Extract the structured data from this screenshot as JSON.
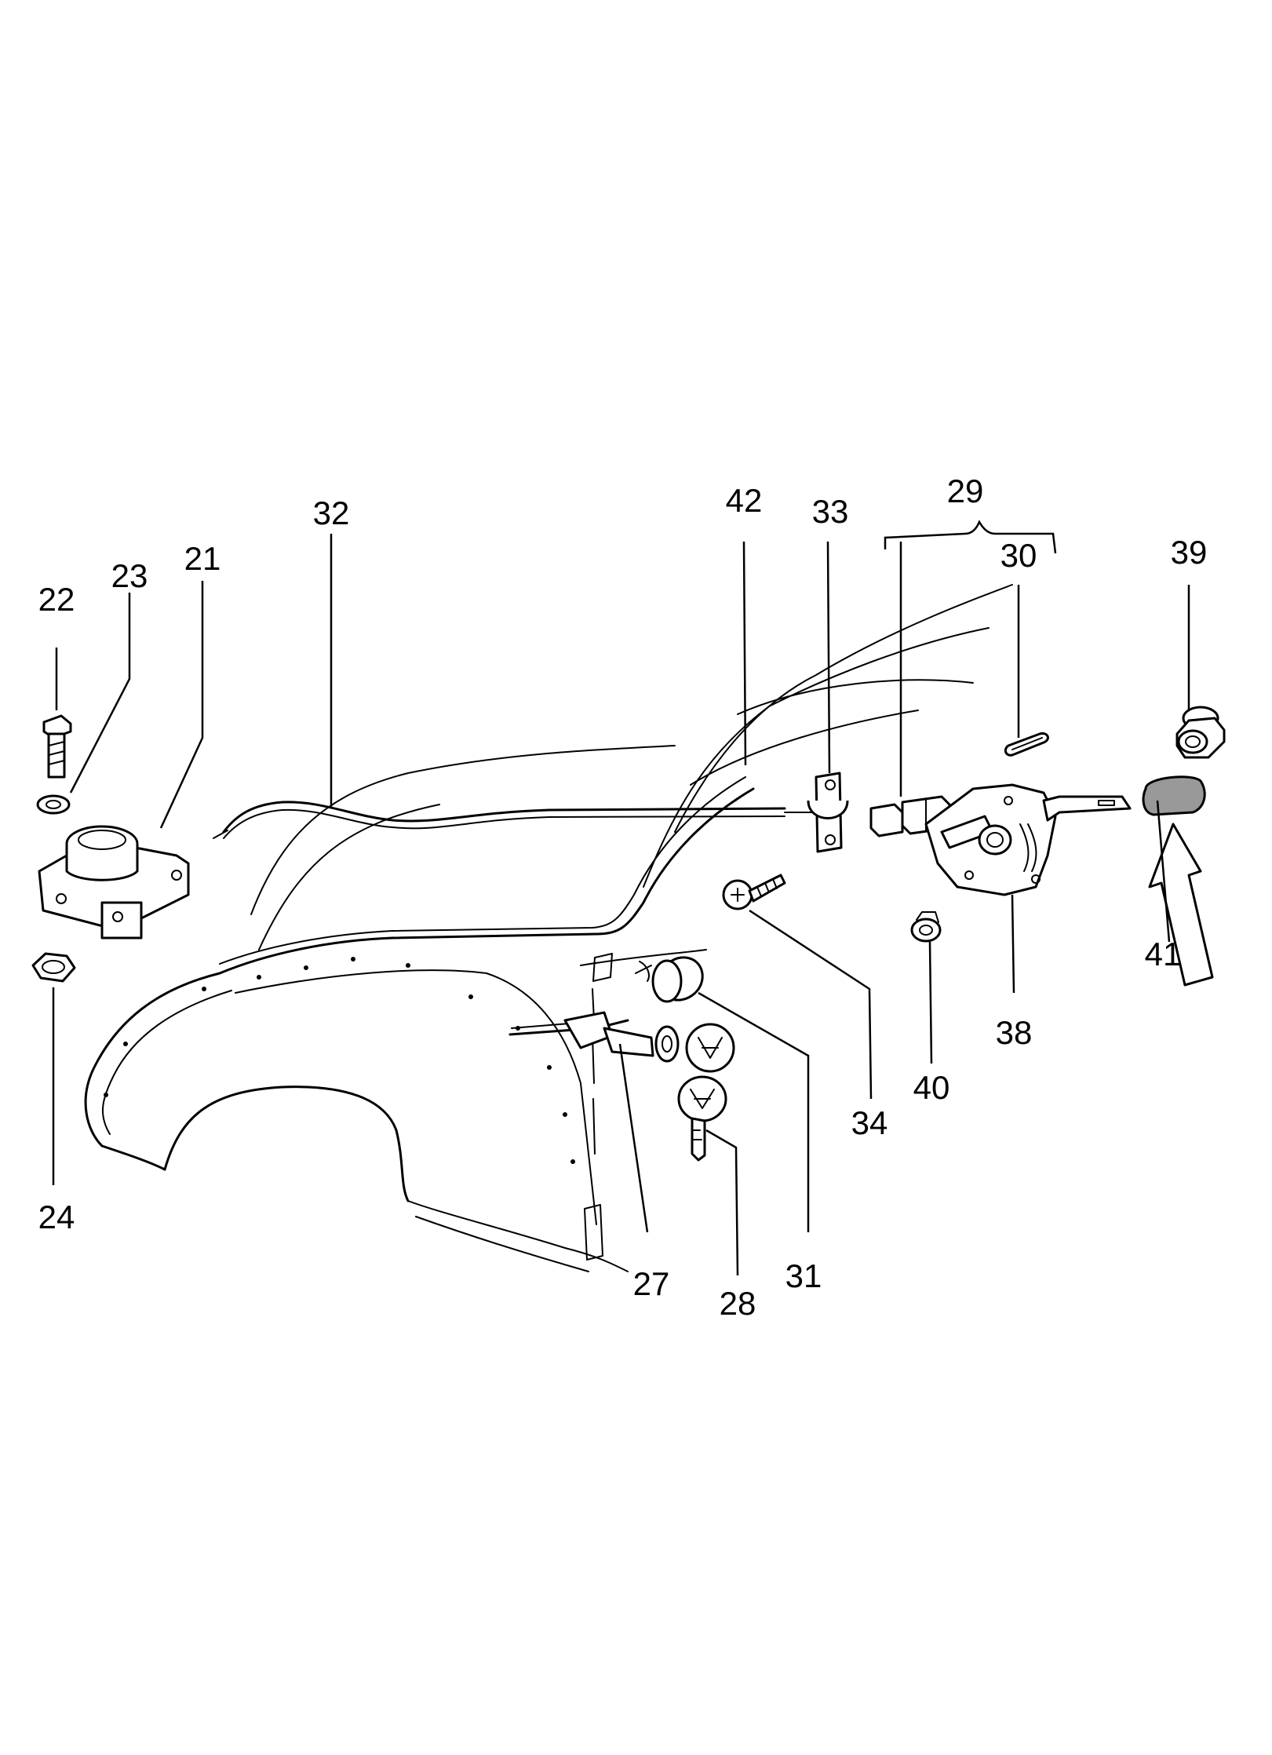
{
  "labels": {
    "p21": "21",
    "p22": "22",
    "p23": "23",
    "p24": "24",
    "p27": "27",
    "p28": "28",
    "p29": "29",
    "p30": "30",
    "p31": "31",
    "p32": "32",
    "p33": "33",
    "p34": "34",
    "p38": "38",
    "p39": "39",
    "p40": "40",
    "p41": "41",
    "p42": "42"
  }
}
